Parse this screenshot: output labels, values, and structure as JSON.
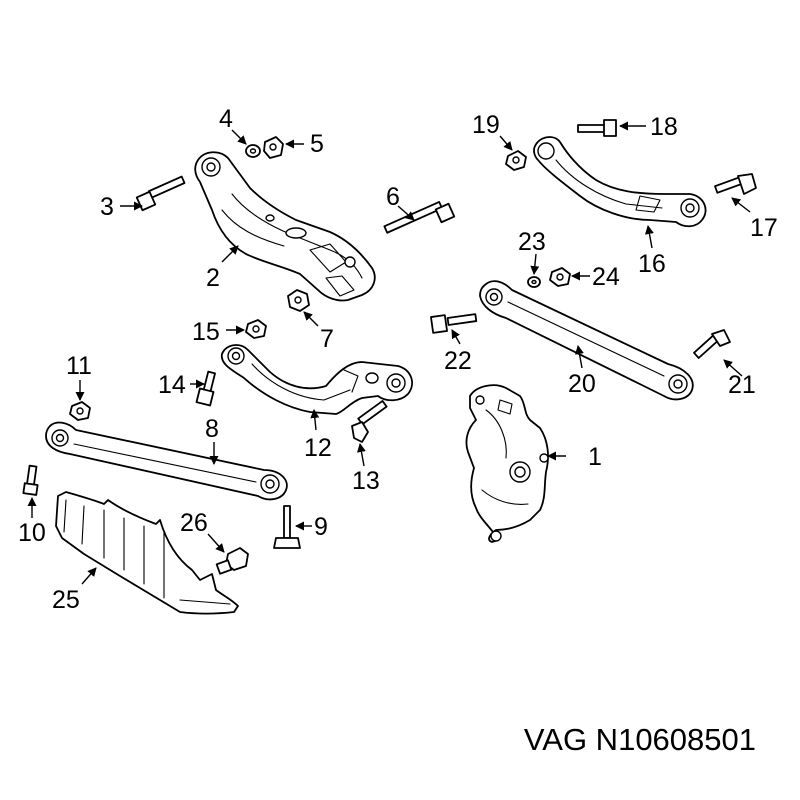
{
  "callouts": [
    {
      "id": "1",
      "label": "1"
    },
    {
      "id": "2",
      "label": "2"
    },
    {
      "id": "3",
      "label": "3"
    },
    {
      "id": "4",
      "label": "4"
    },
    {
      "id": "5",
      "label": "5"
    },
    {
      "id": "6",
      "label": "6"
    },
    {
      "id": "7",
      "label": "7"
    },
    {
      "id": "8",
      "label": "8"
    },
    {
      "id": "9",
      "label": "9"
    },
    {
      "id": "10",
      "label": "10"
    },
    {
      "id": "11",
      "label": "11"
    },
    {
      "id": "12",
      "label": "12"
    },
    {
      "id": "13",
      "label": "13"
    },
    {
      "id": "14",
      "label": "14"
    },
    {
      "id": "15",
      "label": "15"
    },
    {
      "id": "16",
      "label": "16"
    },
    {
      "id": "17",
      "label": "17"
    },
    {
      "id": "18",
      "label": "18"
    },
    {
      "id": "19",
      "label": "19"
    },
    {
      "id": "20",
      "label": "20"
    },
    {
      "id": "21",
      "label": "21"
    },
    {
      "id": "22",
      "label": "22"
    },
    {
      "id": "23",
      "label": "23"
    },
    {
      "id": "24",
      "label": "24"
    },
    {
      "id": "25",
      "label": "25"
    },
    {
      "id": "26",
      "label": "26"
    }
  ],
  "part_number": "VAG N10608501"
}
